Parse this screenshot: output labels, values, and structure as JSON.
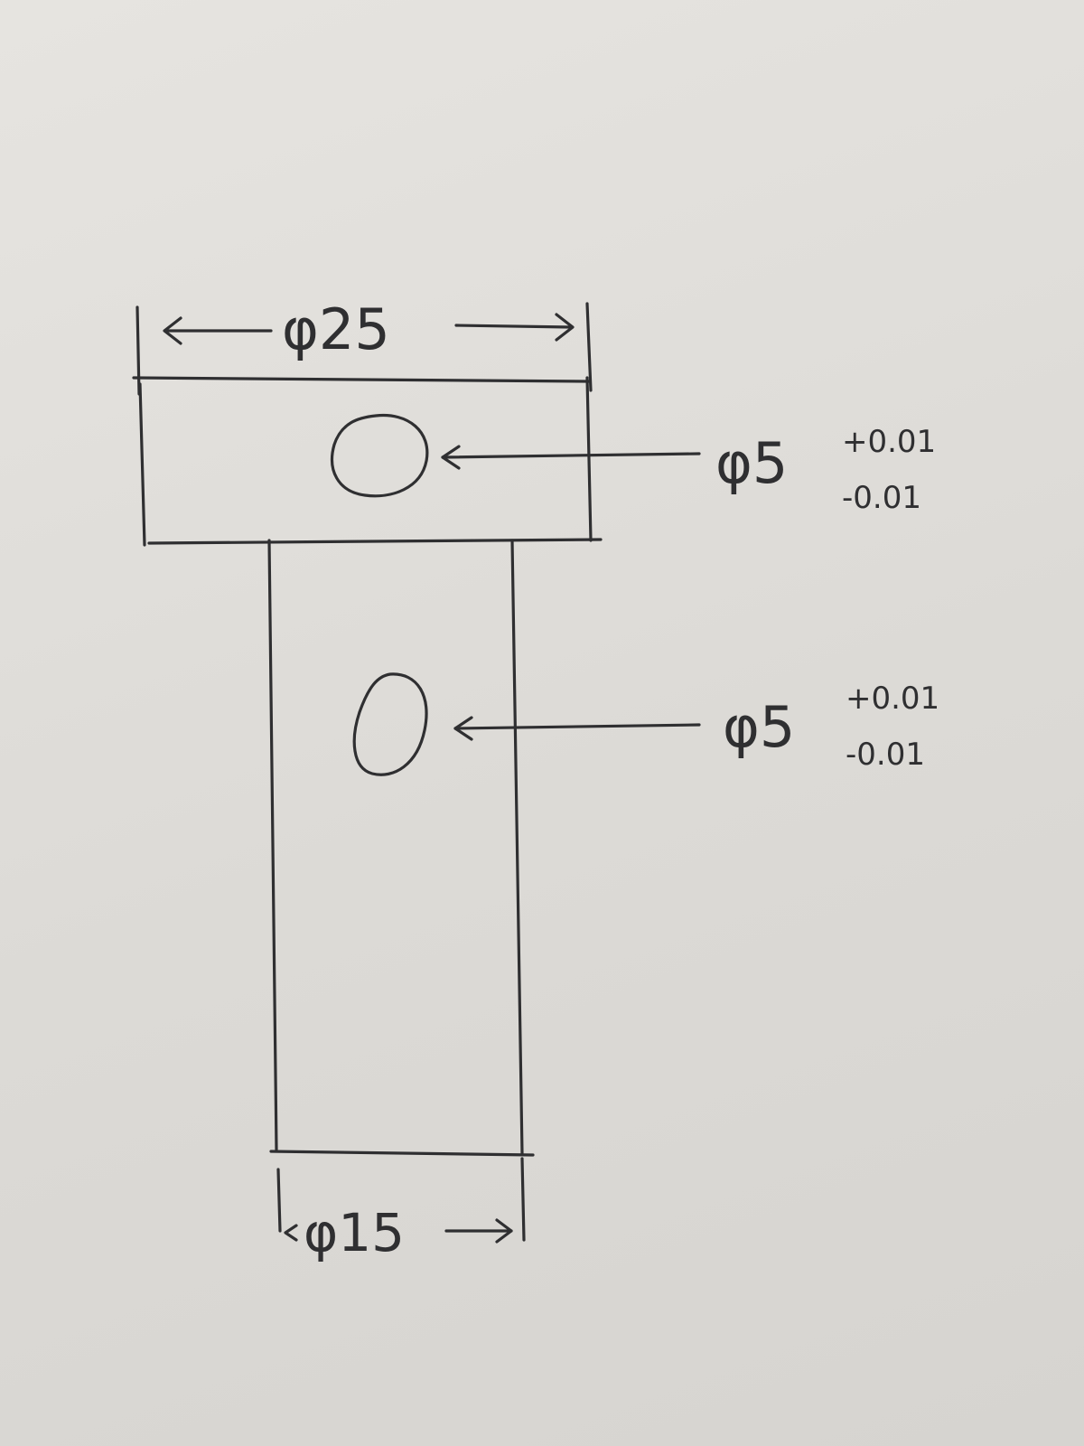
{
  "drawing": {
    "head_width_label": "φ25",
    "stem_width_label": "φ15",
    "holes": [
      {
        "diameter": "φ5",
        "upper_tolerance": "+0.01",
        "lower_tolerance": "-0.01"
      },
      {
        "diameter": "φ5",
        "upper_tolerance": "+0.01",
        "lower_tolerance": "-0.01"
      }
    ]
  },
  "colors": {
    "ink": "#2f2f31",
    "paper": "#dedcd8"
  }
}
